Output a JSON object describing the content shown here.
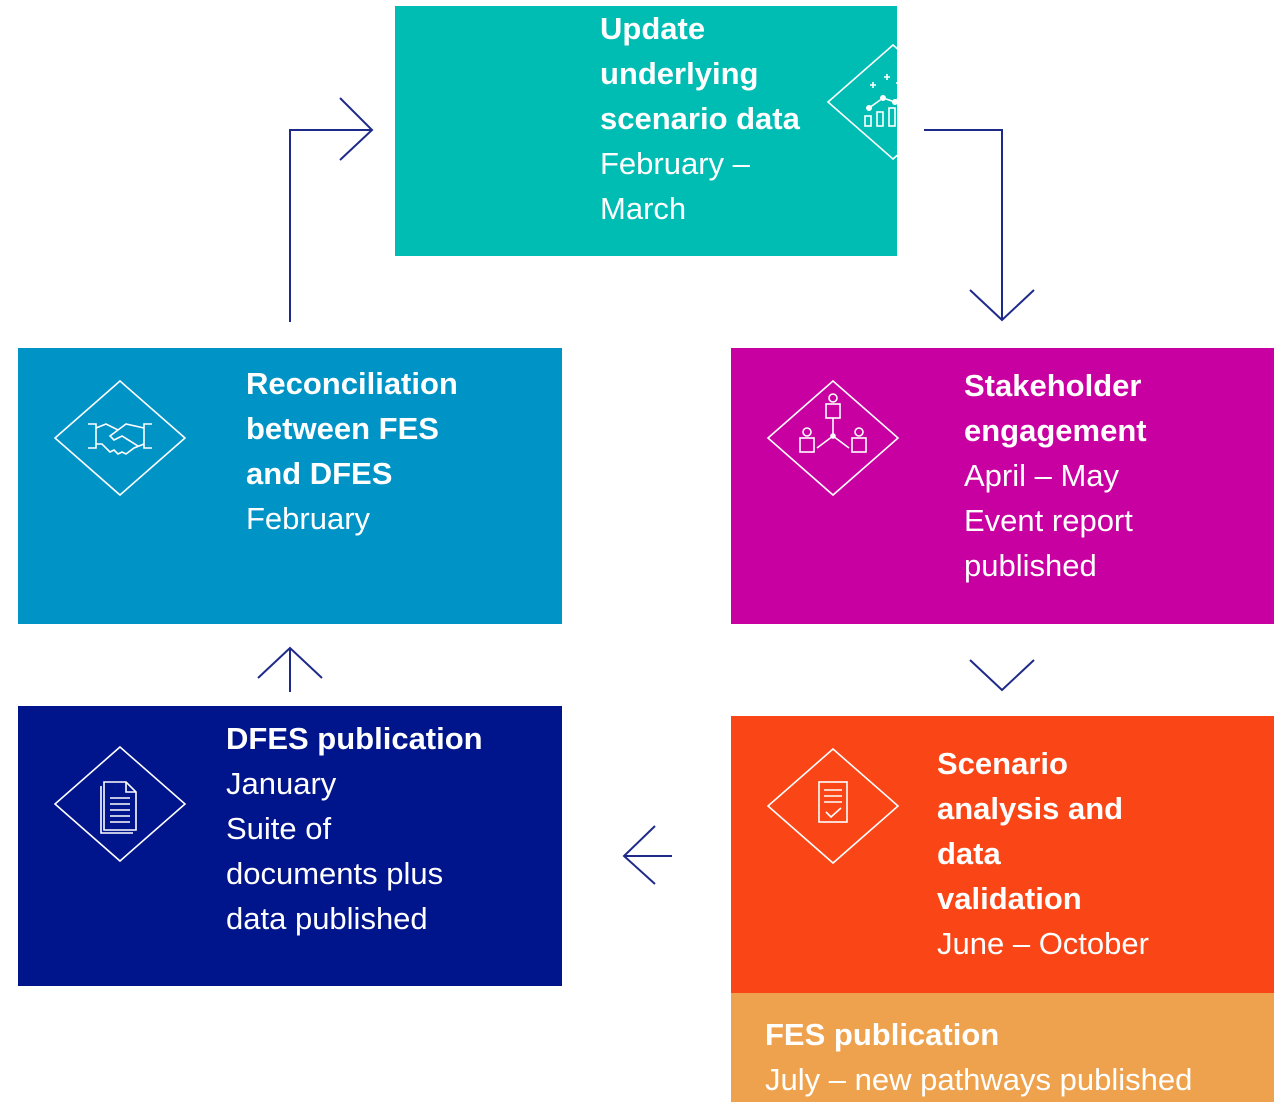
{
  "colors": {
    "update": "#00BDB4",
    "stakeholder": "#C800A1",
    "scenario": "#FA4616",
    "fes": "#EFA24D",
    "reconciliation": "#0093C6",
    "dfes": "#00148C",
    "arrow": "#1E2A8A"
  },
  "update": {
    "title": [
      "Update",
      "underlying",
      "scenario data"
    ],
    "lines": [
      "February –",
      "March"
    ],
    "icon": "chart-growth-icon"
  },
  "stakeholder": {
    "title": [
      "Stakeholder",
      "engagement"
    ],
    "lines": [
      "April – May",
      "Event report",
      "published"
    ],
    "icon": "people-network-icon"
  },
  "scenario": {
    "title": [
      "Scenario",
      "analysis and",
      "data",
      "validation"
    ],
    "lines": [
      "June – October"
    ],
    "icon": "checklist-icon"
  },
  "fes": {
    "title": "FES publication",
    "line": "July – new pathways published"
  },
  "reconciliation": {
    "title": [
      "Reconciliation",
      "between FES",
      "and DFES"
    ],
    "lines": [
      "February"
    ],
    "icon": "handshake-icon"
  },
  "dfes": {
    "title": [
      "DFES publication"
    ],
    "lines": [
      "January",
      "Suite of",
      "documents plus",
      "data published"
    ],
    "icon": "document-icon"
  }
}
